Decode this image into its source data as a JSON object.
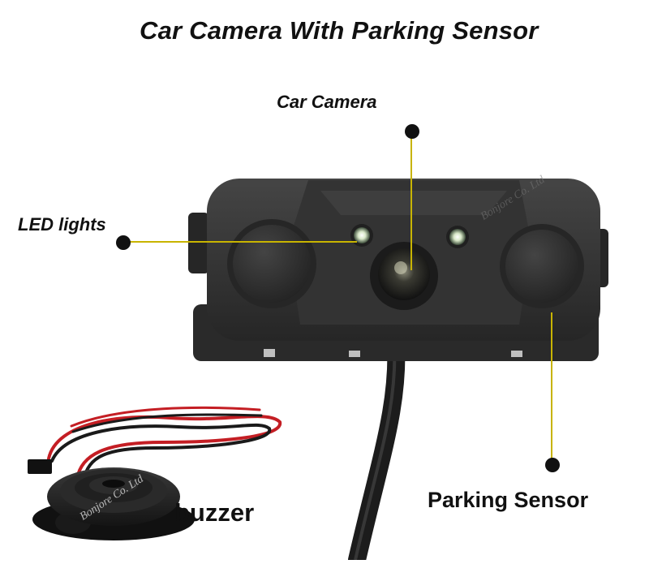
{
  "title": "Car Camera With Parking Sensor",
  "callouts": {
    "camera": "Car Camera",
    "led": "LED lights",
    "parking": "Parking Sensor",
    "buzzer": "buzzer"
  },
  "watermarks": {
    "top": "Bonjore Co. Ltd",
    "bottom": "Bonjore Co. Ltd"
  },
  "colors": {
    "callout_line": "#c8b400",
    "callout_dot": "#111111",
    "device_body": "#2f2f2f",
    "wire_red": "#c41e24",
    "wire_black": "#1a1a1a"
  }
}
